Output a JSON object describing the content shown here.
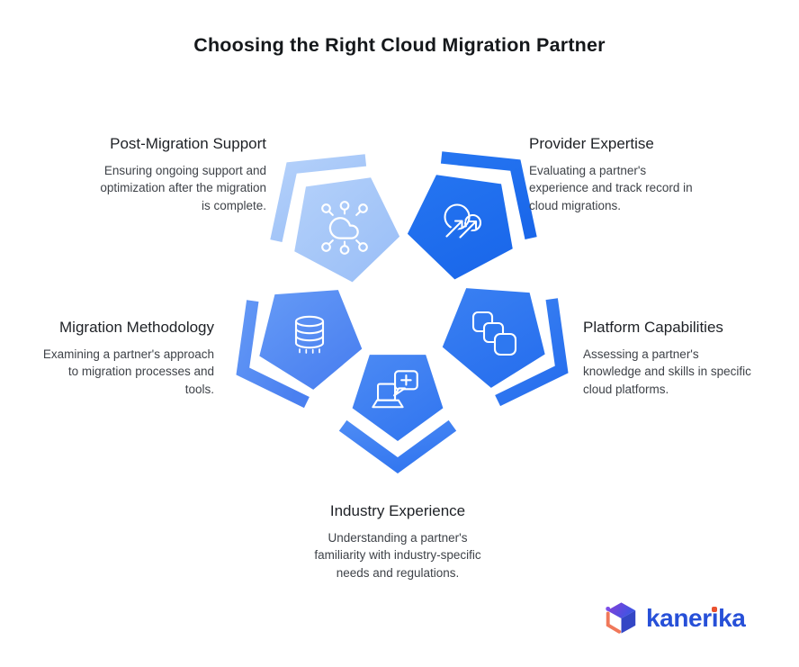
{
  "title": "Choosing the Right Cloud Migration Partner",
  "sections": [
    {
      "heading": "Post-Migration Support",
      "lines": [
        "Ensuring ongoing support and",
        "optimization after the migration",
        "is complete."
      ],
      "icon": "cloud-network-icon",
      "color": "#A8C8F8"
    },
    {
      "heading": "Provider Expertise",
      "lines": [
        "Evaluating a partner's",
        "experience and track record in",
        "cloud migrations."
      ],
      "icon": "cloud-migration-arrows-icon",
      "color": "#1F6FEF"
    },
    {
      "heading": "Migration Methodology",
      "lines": [
        "Examining a partner's approach",
        "to migration processes and",
        "tools."
      ],
      "icon": "database-icon",
      "color": "#578AF3"
    },
    {
      "heading": "Platform Capabilities",
      "lines": [
        "Assessing a partner's",
        "knowledge and skills in specific",
        "cloud platforms."
      ],
      "icon": "layers-icon",
      "color": "#2E78F0"
    },
    {
      "heading": "Industry Experience",
      "lines": [
        "Understanding a partner's",
        "familiarity with industry-specific",
        "needs and regulations."
      ],
      "icon": "laptop-support-icon",
      "color": "#3E81F3"
    }
  ],
  "logo": {
    "text": "kanerika",
    "text_pre": "kaner",
    "text_i": "ı",
    "text_post": "ka",
    "icon": "kanerika-cube-icon",
    "wordmark_color": "#2750D8",
    "dot_color": "#EA5230"
  },
  "colors": {
    "background": "#FFFFFF",
    "title": "#15181B",
    "heading": "#1E2126",
    "body": "#3E4248"
  }
}
